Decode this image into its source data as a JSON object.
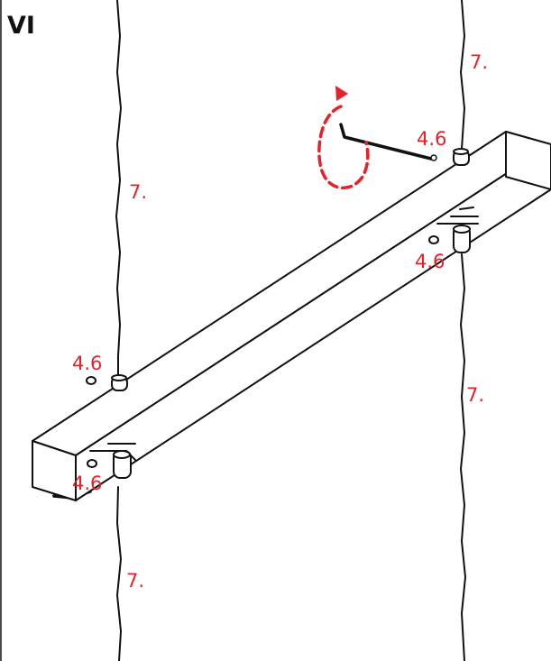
{
  "step": {
    "number": "VI"
  },
  "labels": {
    "part_a": "7.",
    "part_b": "4.6"
  },
  "colors": {
    "label": "#e8202a",
    "line": "#111111",
    "rotation_arrow": "#e8202a"
  },
  "icons": {
    "rotation": "rotation-arrow-icon",
    "tool": "hex-key-icon"
  }
}
